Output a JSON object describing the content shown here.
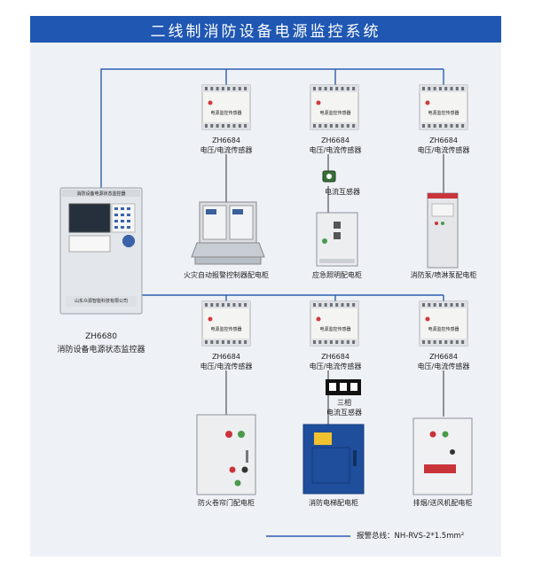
{
  "title": "二线制消防设备电源监控系统",
  "monitor": {
    "model": "ZH6680",
    "name": "消防设备电源状态监控器",
    "header_text": "消防设备电源状态监控器",
    "company": "山东众源智能科技有限公司"
  },
  "sensor": {
    "model": "ZH6684",
    "name": "电压/电流传感器",
    "face_text": "电源监控传感器"
  },
  "ct_single": "电流互感器",
  "ct_three": [
    "三相",
    "电流互感器"
  ],
  "cabinets": {
    "fire_alarm": "火灾自动报警控制器配电柜",
    "emergency_lighting": "应急照明配电柜",
    "fire_pump": "消防泵/喷淋泵配电柜",
    "shutter": "防火卷帘门配电柜",
    "elevator": "消防电梯配电柜",
    "smoke_exhaust": "排烟/送风机配电柜"
  },
  "legend": "报警总线：NH-RVS-2*1.5mm²",
  "colors": {
    "banner": "#1f57b3",
    "bus_line": "#2b5fb0",
    "panel": "#eef1f6"
  }
}
